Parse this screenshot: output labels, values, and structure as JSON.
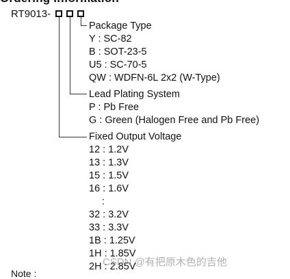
{
  "heading": "Ordering Information",
  "part_prefix": "RT9013-",
  "groups": {
    "package": {
      "title": "Package Type",
      "options": [
        "Y : SC-82",
        "B : SOT-23-5",
        "U5 : SC-70-5",
        "QW : WDFN-6L 2x2 (W-Type)"
      ]
    },
    "plating": {
      "title": "Lead Plating System",
      "options": [
        "P : Pb Free",
        "G : Green (Halogen Free and Pb Free)"
      ]
    },
    "voltage": {
      "title": "Fixed Output Voltage",
      "options": [
        "12 : 1.2V",
        "13 : 1.3V",
        "15 : 1.5V",
        "16 : 1.6V",
        ":",
        "32 : 3.2V",
        "33 : 3.3V",
        "1B : 1.25V",
        "1H : 1.85V",
        "2H : 2.85V"
      ]
    }
  },
  "note": "Note :",
  "watermark": "CSDN @有把原木色的吉他"
}
